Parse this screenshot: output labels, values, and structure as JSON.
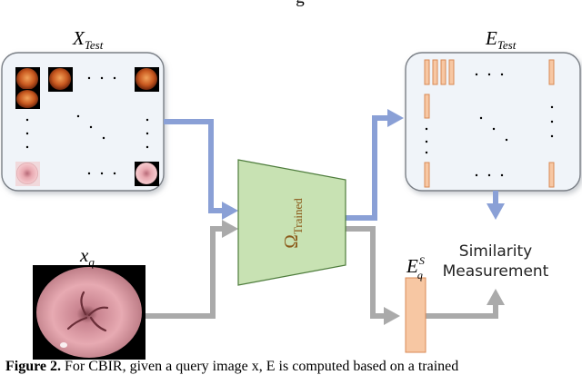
{
  "header_fragment": "g",
  "x_test": {
    "base": "X",
    "sub": "Test"
  },
  "e_test": {
    "base": "E",
    "sub": "Test"
  },
  "query": {
    "base": "x",
    "sub": "q"
  },
  "model": {
    "symbol": "Ω",
    "sub": "Trained"
  },
  "e_q": {
    "base": "E",
    "sup": "S",
    "sub": "q"
  },
  "similarity": {
    "line1": "Similarity",
    "line2": "Measurement"
  },
  "ellipsis": "· · ·",
  "caption": {
    "bold": "Figure 2.",
    "text": " For CBIR, given a query image x, E is computed based on a trained"
  },
  "colors": {
    "blue_arrow": "#8aa0d6",
    "gray_arrow": "#aaaaaa",
    "model_fill": "#c8e2b3",
    "embedding_fill": "#f7c7a3",
    "embedding_stroke": "#d98a55",
    "panel_fill": "#f0f4f9"
  }
}
